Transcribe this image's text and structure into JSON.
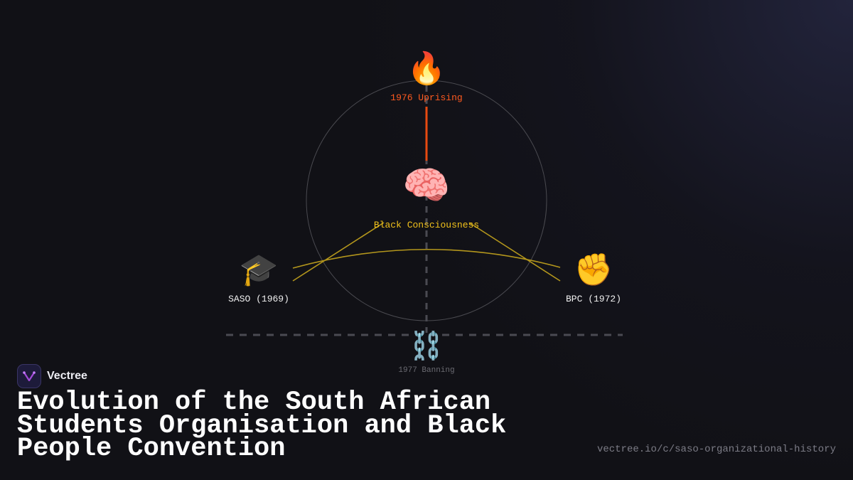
{
  "diagram": {
    "nodes": {
      "uprising": {
        "icon": "fire-icon",
        "glyph": "🔥",
        "label": "1976 Uprising",
        "color": "#ff5a1f"
      },
      "bc": {
        "icon": "brain-icon",
        "glyph": "🧠",
        "label": "Black Consciousness",
        "color": "#f2c21b"
      },
      "saso": {
        "icon": "graduation-cap-icon",
        "glyph": "🎓",
        "label": "SASO (1969)",
        "color": "#f0f0f0"
      },
      "bpc": {
        "icon": "raised-fist-icon",
        "glyph": "✊",
        "label": "BPC (1972)",
        "color": "#f0f0f0"
      },
      "banning": {
        "icon": "chains-icon",
        "glyph": "⛓️",
        "label": "1977 Banning",
        "color": "#6b6b72"
      }
    },
    "colors": {
      "link_orange": "#e84a10",
      "link_gold": "#b3961c",
      "dashed": "#4a4a52",
      "ring": "#4a4a50"
    }
  },
  "brand": {
    "name": "Vectree",
    "logo_icon": "vectree-logo-icon"
  },
  "title": "Evolution of the South African Students Organisation and Black People Convention",
  "url": "vectree.io/c/saso-organizational-history"
}
